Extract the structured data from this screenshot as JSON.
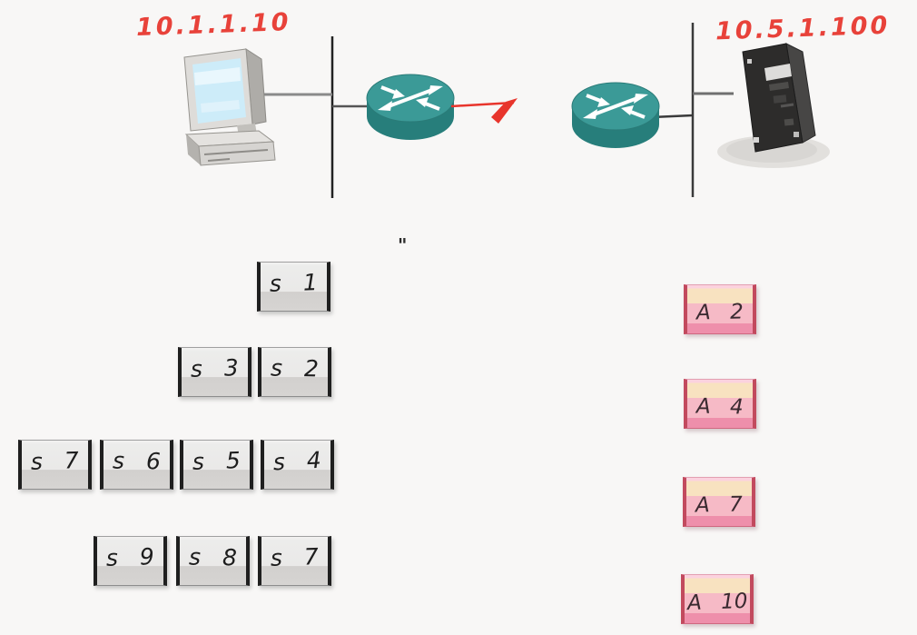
{
  "hosts": {
    "client_ip": "10.1.1.10",
    "server_ip": "10.5.1.100"
  },
  "icons": {
    "client": "desktop-computer-icon",
    "left_router": "router-icon",
    "right_router": "router-icon",
    "server": "server-tower-icon",
    "transmission": "red-arrow-icon"
  },
  "annotation": {
    "quote_mark": "\""
  },
  "colors": {
    "handwriting_red": "#e8423a",
    "segment_box_light": "#eae9e8",
    "segment_box_dark": "#d2d0ce",
    "segment_bar": "#1f1f1f",
    "ack_cream": "#f8e2c0",
    "ack_pink": "#f6bac6",
    "ack_pink_dark": "#ee8fab",
    "ack_bar": "#c24a5e",
    "router_teal": "#2f8e8b",
    "background": "#f8f7f6"
  },
  "segments": [
    {
      "label": "s 1"
    },
    {
      "label": "s 3"
    },
    {
      "label": "s 2"
    },
    {
      "label": "s 7"
    },
    {
      "label": "s 6"
    },
    {
      "label": "s 5"
    },
    {
      "label": "s 4"
    },
    {
      "label": "s 9"
    },
    {
      "label": "s 8"
    },
    {
      "label": "s 7"
    }
  ],
  "acks": [
    {
      "label": "A 2"
    },
    {
      "label": "A 4"
    },
    {
      "label": "A 7"
    },
    {
      "label": "A 10"
    }
  ]
}
